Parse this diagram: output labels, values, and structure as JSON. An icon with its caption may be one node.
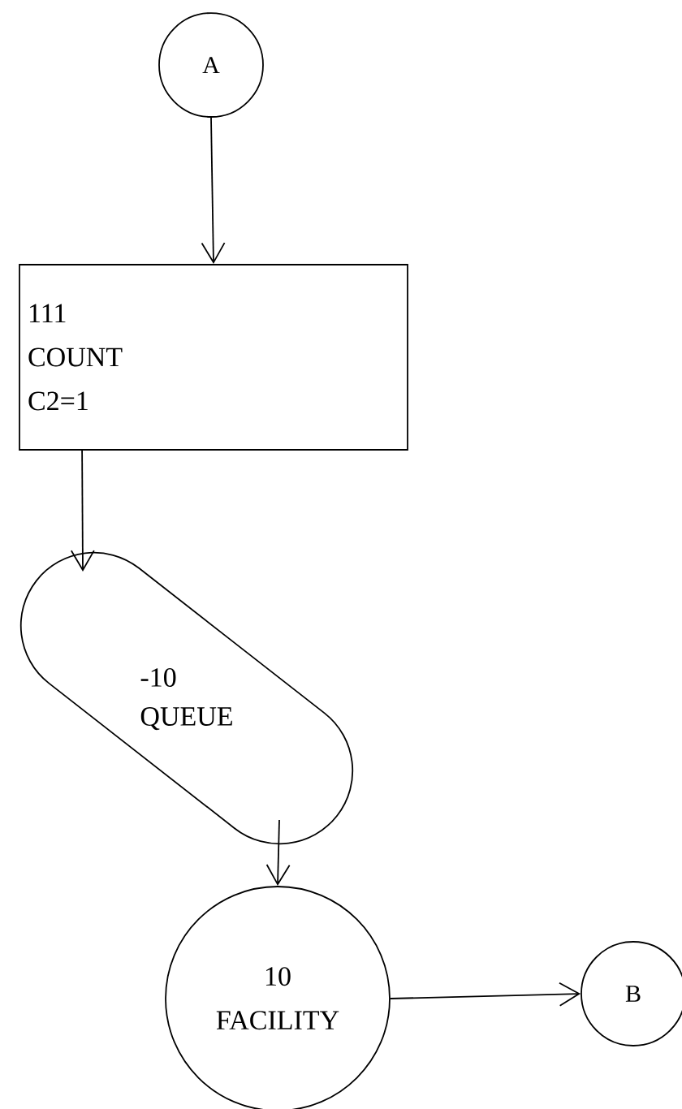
{
  "diagram": {
    "nodes": [
      {
        "text": [
          "A"
        ]
      },
      {
        "text": [
          "111",
          "COUNT",
          "C2=1"
        ]
      },
      {
        "text": [
          "-10",
          "QUEUE"
        ]
      },
      {
        "text": [
          "10",
          "FACILITY"
        ]
      },
      {
        "text": [
          "B"
        ]
      }
    ],
    "edges": [
      {
        "from": 0,
        "to": 1,
        "arrow": "to"
      },
      {
        "from": 1,
        "to": 2,
        "arrow": "to"
      },
      {
        "from": 2,
        "to": 3,
        "arrow": "to"
      },
      {
        "from": 3,
        "to": 4,
        "arrow": "to"
      }
    ]
  }
}
